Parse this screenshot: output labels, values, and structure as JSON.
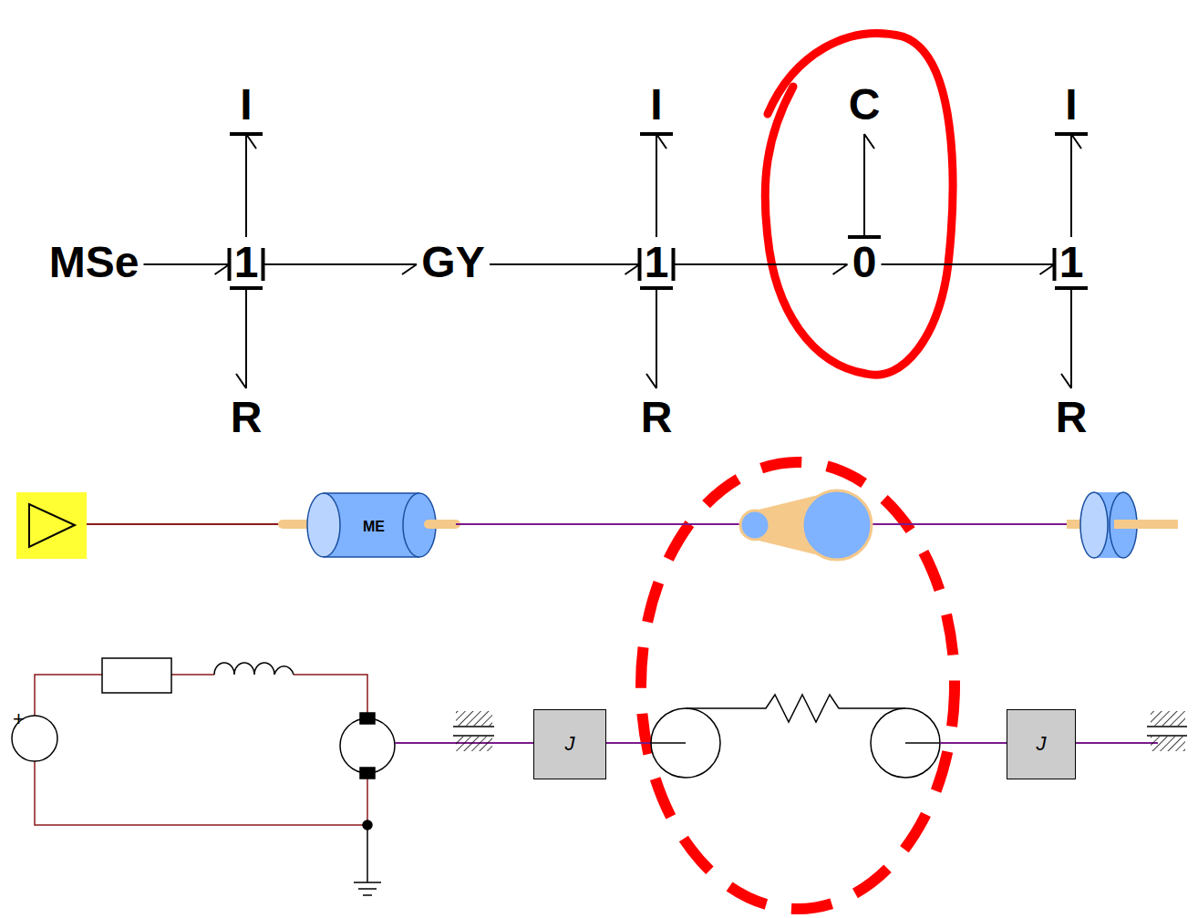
{
  "diagram": {
    "nodes": [
      {
        "text": [
          "I"
        ]
      },
      {
        "text": [
          "I"
        ]
      },
      {
        "text": [
          "C"
        ]
      },
      {
        "text": [
          "I"
        ]
      },
      {
        "text": [
          "MSe"
        ]
      },
      {
        "text": [
          "1"
        ]
      },
      {
        "text": [
          "GY"
        ]
      },
      {
        "text": [
          "1"
        ]
      },
      {
        "text": [
          "0"
        ]
      },
      {
        "text": [
          "1"
        ]
      },
      {
        "text": [
          "R"
        ]
      },
      {
        "text": [
          "R"
        ]
      },
      {
        "text": [
          "R"
        ]
      },
      {
        "text": [
          "ME"
        ]
      },
      {
        "text": [
          "J"
        ]
      },
      {
        "text": [
          "J"
        ]
      }
    ],
    "edges": [
      {
        "from": 4,
        "to": 5,
        "arrow": "to"
      },
      {
        "from": 5,
        "to": 6,
        "arrow": "to"
      },
      {
        "from": 6,
        "to": 7,
        "arrow": "to"
      },
      {
        "from": 7,
        "to": 8,
        "arrow": "to"
      },
      {
        "from": 8,
        "to": 9,
        "arrow": "to"
      },
      {
        "from": 5,
        "to": 0,
        "arrow": "to"
      },
      {
        "from": 5,
        "to": 10,
        "arrow": "to"
      },
      {
        "from": 7,
        "to": 1,
        "arrow": "to"
      },
      {
        "from": 7,
        "to": 11,
        "arrow": "to"
      },
      {
        "from": 8,
        "to": 2,
        "arrow": "to"
      },
      {
        "from": 9,
        "to": 3,
        "arrow": "to"
      },
      {
        "from": 9,
        "to": 12,
        "arrow": "to"
      }
    ],
    "labels": [
      "+"
    ]
  }
}
